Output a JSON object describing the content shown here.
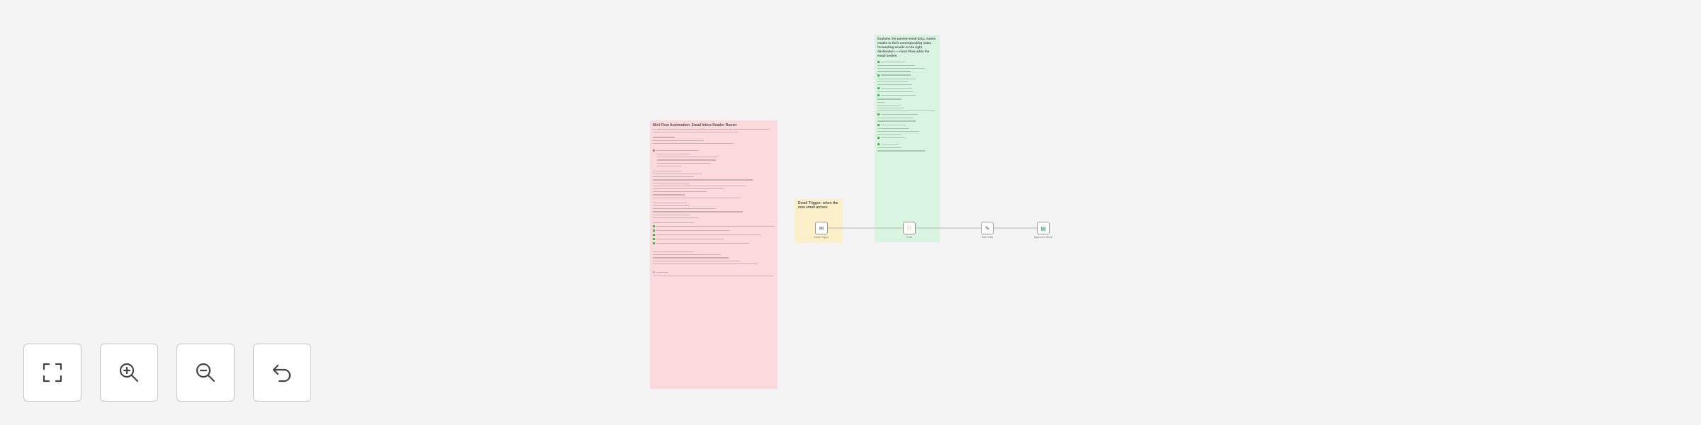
{
  "notes": {
    "red": {
      "title": "Mini Flow Automation: Email Inbox Reader Router",
      "colour": "#fbd9dc"
    },
    "yellow": {
      "title": "Email Trigger: when the new email arrives",
      "colour": "#fbf0c9"
    },
    "green": {
      "title": "Explains the parsed email data, routes emails to their corresponding team, forwarding emails to the right destination — more Flow adds the email bodies",
      "colour": "#d9f5e1"
    }
  },
  "nodes": [
    {
      "icon": "email-icon",
      "glyph": "✉",
      "label": "Email Trigger"
    },
    {
      "icon": "code-icon",
      "glyph": "{ }",
      "label": "Code"
    },
    {
      "icon": "pencil-icon",
      "glyph": "✎",
      "label": "Edit Fields"
    },
    {
      "icon": "sheet-icon",
      "glyph": "▤",
      "label": "Append to Sheet"
    }
  ],
  "controls": {
    "fit_view": "fit-view",
    "zoom_in": "zoom-in",
    "zoom_out": "zoom-out",
    "undo": "undo"
  },
  "colors": {
    "canvas": "#f4f4f4",
    "connection": "#b5b5b5",
    "sheet_icon": "#2e9e4f"
  }
}
